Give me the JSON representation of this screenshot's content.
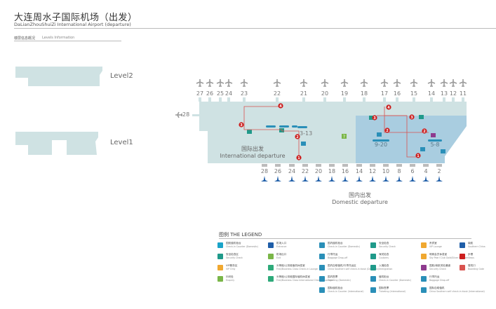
{
  "header": {
    "title_cn": "大连周水子国际机场（出发）",
    "title_en": "DaLianZhouShuiZi International Airport  (departure)",
    "levels_cn": "楼层信息概况",
    "levels_en": "Levels Information"
  },
  "levels": [
    {
      "label": "Level2"
    },
    {
      "label": "Level1"
    }
  ],
  "map": {
    "top_gates": [
      "27",
      "26",
      "25",
      "24",
      "23",
      "22",
      "21",
      "20",
      "19",
      "18",
      "17",
      "16",
      "15",
      "14",
      "13",
      "12",
      "11"
    ],
    "side_gate": "28",
    "bottom_gates": [
      "28",
      "26",
      "24",
      "22",
      "20",
      "18",
      "16",
      "14",
      "12",
      "10",
      "8",
      "6",
      "4",
      "2"
    ],
    "international_counter_range": "3-13",
    "domestic_counter_range_a": "9-20",
    "domestic_counter_range_b": "5-8",
    "international_label_cn": "国际出发",
    "international_label_en": "International departure",
    "domestic_label_cn": "国内出发",
    "domestic_label_en": "Domestic departure",
    "route_steps": [
      "1",
      "2",
      "3",
      "4"
    ],
    "colors": {
      "building_light": "#cfe2e3",
      "building_domestic": "#a9cde0",
      "route": "#d9534f",
      "marker": "#cc1f1f",
      "counter": "#2a8fb8",
      "entrance": "#1f5ea8",
      "plane": "#9a9a9a"
    }
  },
  "legend": {
    "title": "图例  THE LEGEND",
    "items": [
      {
        "icon": "checkin-domestic-swatch",
        "color": "#1aa3c8",
        "cn": "国航值机柜台",
        "en": "Check-in Counter (Domestic)"
      },
      {
        "icon": "security-swatch",
        "color": "#1f9a8a",
        "cn": "安全检查区",
        "en": "Security Check"
      },
      {
        "icon": "vip-swatch",
        "color": "#f0a830",
        "cn": "VIP服务区",
        "en": "VIP Only"
      },
      {
        "icon": "enquiry-icon",
        "color": "#7ab648",
        "cn": "问讯处",
        "en": "Enquiry"
      },
      {
        "icon": "entrance-icon",
        "color": "#1f5ea8",
        "cn": "机场入口",
        "en": "Entrance"
      },
      {
        "icon": "exit-icon",
        "color": "#7ab648",
        "cn": "机场出口",
        "en": "Exit"
      },
      {
        "icon": "checkin-lounge-icon",
        "color": "#2eaa7a",
        "cn": "头等舱/公务舱值机休息室",
        "en": "First/Business Class Check-in Lounge"
      },
      {
        "icon": "intl-checkin-lounge-icon",
        "color": "#2eaa7a",
        "cn": "头等舱/公务舱国际值机休息室",
        "en": "First/Business Class International Check-in Lounge"
      },
      {
        "icon": "checkin-domestic-icon",
        "color": "#2a8fb8",
        "cn": "国内值机柜台",
        "en": "Check-in Counter (Domestic)"
      },
      {
        "icon": "baggage-icon",
        "color": "#2a8fb8",
        "cn": "行李托运",
        "en": "Baggage Drop-off"
      },
      {
        "icon": "self-checkin-icon",
        "color": "#2a8fb8",
        "cn": "国内自助值机/行李托运区",
        "en": "China Southern self check-in kiosk (Domestic)"
      },
      {
        "icon": "ticketing-domestic-icon",
        "color": "#2a8fb8",
        "cn": "国内售票",
        "en": "Ticketing (Domestic)"
      },
      {
        "icon": "checkin-intl-icon",
        "color": "#2a8fb8",
        "cn": "国际值机柜台",
        "en": "Check-in Counter (International)"
      },
      {
        "icon": "security-check-icon",
        "color": "#1f9a8a",
        "cn": "安全检查",
        "en": "Security Check"
      },
      {
        "icon": "customs-icon",
        "color": "#1f9a8a",
        "cn": "海关检查",
        "en": "Customs"
      },
      {
        "icon": "immigration-icon",
        "color": "#1f9a8a",
        "cn": "入境检查",
        "en": "Immigration"
      },
      {
        "icon": "checkin-counter-icon",
        "color": "#2a8fb8",
        "cn": "值机柜台",
        "en": "Check-in Counter (Domestic)"
      },
      {
        "icon": "ticketing-intl-icon",
        "color": "#2a8fb8",
        "cn": "国际售票",
        "en": "Ticketing (International)"
      },
      {
        "icon": "vip-lounge-icon",
        "color": "#f0a830",
        "cn": "贵宾室",
        "en": "VIP Lounge"
      },
      {
        "icon": "pearl-lounge-icon",
        "color": "#f0a830",
        "cn": "明珠会员休息室",
        "en": "Sky Pearl Club Gold/Silver Member"
      },
      {
        "icon": "security-purple-icon",
        "color": "#8e3a8e",
        "cn": "国航/南航安检通道",
        "en": "Security Check"
      },
      {
        "icon": "baggage-dropoff-icon",
        "color": "#2a8fb8",
        "cn": "行李托运",
        "en": "Baggage Drop-off"
      },
      {
        "icon": "intl-self-checkin-icon",
        "color": "#2a8fb8",
        "cn": "国际自助值机",
        "en": "China Southern self check-in kiosk (International)"
      },
      {
        "icon": "china-southern-icon",
        "color": "#1f5ea8",
        "cn": "南航",
        "en": "Southern China"
      },
      {
        "icon": "step-icon",
        "color": "#cc1f1f",
        "cn": "步骤",
        "en": "Steps"
      },
      {
        "icon": "boarding-gate-icon",
        "color": "#d9534f",
        "cn": "登机口",
        "en": "Boarding Gate"
      }
    ]
  }
}
